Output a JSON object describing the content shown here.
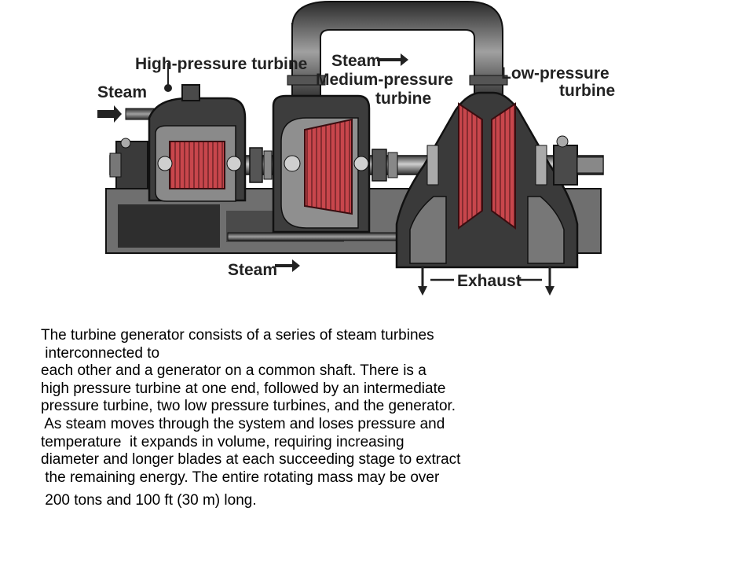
{
  "diagram": {
    "labels": {
      "hp_turbine": "High-pressure turbine",
      "steam_in": "Steam",
      "steam_top": "Steam",
      "mp_turbine_1": "Medium-pressure",
      "mp_turbine_2": "turbine",
      "lp_turbine_1": "Low-pressure",
      "lp_turbine_2": "turbine",
      "steam_bottom": "Steam",
      "exhaust": "Exhaust"
    },
    "colors": {
      "blades": "#c8464c",
      "casing": "#3a3a3a",
      "steel": "#8c8c8c"
    }
  },
  "caption": {
    "lines": [
      "The turbine generator consists of a series of steam turbines",
      " interconnected to",
      "each other and a generator on a common shaft. There is a",
      "high pressure turbine at one end, followed by an intermediate",
      "pressure turbine, two low pressure turbines, and the generator.",
      " As steam moves through the system and loses pressure and",
      "temperature  it expands in volume, requiring increasing",
      "diameter and longer blades at each succeeding stage to extract",
      " the remaining energy. The entire rotating mass may be over",
      " 200 tons and 100 ft (30 m) long."
    ]
  }
}
